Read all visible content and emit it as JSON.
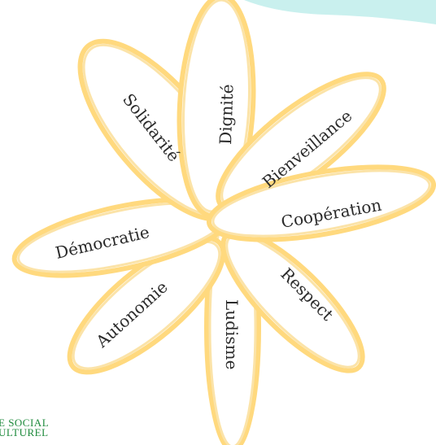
{
  "colors": {
    "petal_stroke": "#ffd97e",
    "petal_inner": "#fbe3a8",
    "teal_blob": "#c9f0ee",
    "text": "#2b2b2b",
    "org_green": "#1e8a3c"
  },
  "petals": [
    {
      "id": "dignite",
      "label": "Dignité"
    },
    {
      "id": "solidarite",
      "label": "Solidarité"
    },
    {
      "id": "bienveillance",
      "label": "Bienveillance"
    },
    {
      "id": "cooperation",
      "label": "Coopération"
    },
    {
      "id": "democratie",
      "label": "Démocratie"
    },
    {
      "id": "autonomie",
      "label": "Autonomie"
    },
    {
      "id": "ludisme",
      "label": "Ludisme"
    },
    {
      "id": "respect",
      "label": "Respect"
    }
  ],
  "footer": {
    "line1": "E SOCIAL",
    "line2": "ULTUREL"
  }
}
